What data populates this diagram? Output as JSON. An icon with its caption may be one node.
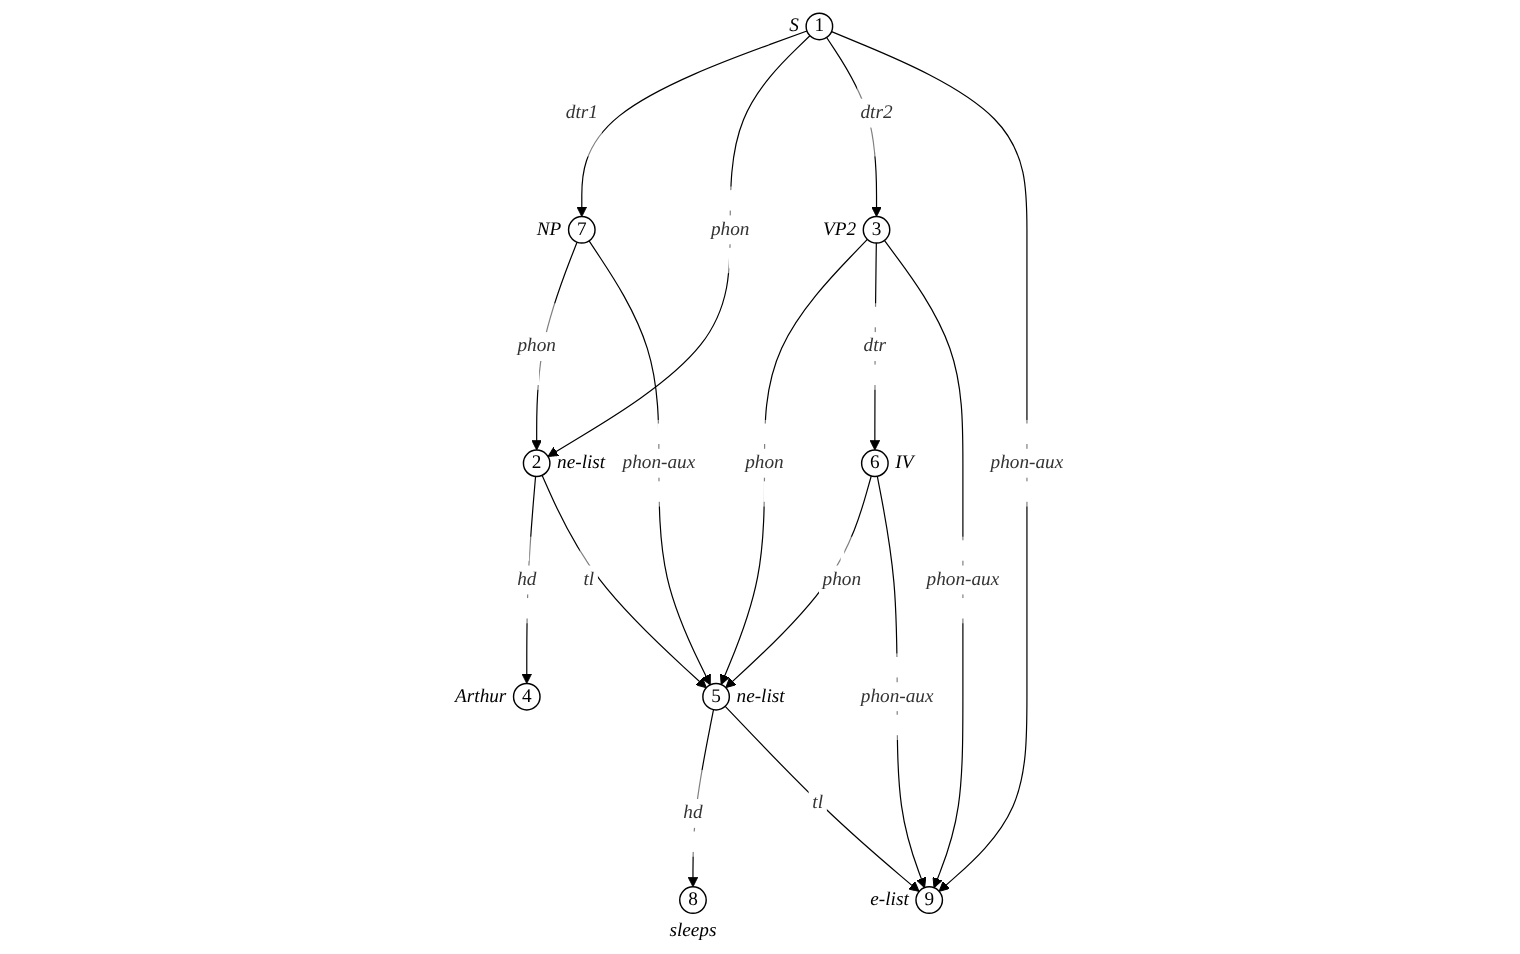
{
  "diagram": {
    "nodes": [
      {
        "text": [
          "1"
        ],
        "beside": [
          "S"
        ]
      },
      {
        "text": [
          "2"
        ],
        "beside": [
          "ne-list"
        ]
      },
      {
        "text": [
          "3"
        ],
        "beside": [
          "VP2"
        ]
      },
      {
        "text": [
          "4"
        ],
        "beside": [
          "Arthur"
        ]
      },
      {
        "text": [
          "5"
        ],
        "beside": [
          "ne-list"
        ]
      },
      {
        "text": [
          "6"
        ],
        "beside": [
          "IV"
        ]
      },
      {
        "text": [
          "7"
        ],
        "beside": [
          "NP"
        ]
      },
      {
        "text": [
          "8"
        ],
        "beside": [
          "sleeps"
        ]
      },
      {
        "text": [
          "9"
        ],
        "beside": [
          "e-list"
        ]
      }
    ],
    "edges": [
      {
        "from": 0,
        "to": 6,
        "arrow": "to",
        "label": "dtr1"
      },
      {
        "from": 0,
        "to": 1,
        "arrow": "to",
        "label": "phon"
      },
      {
        "from": 0,
        "to": 2,
        "arrow": "to",
        "label": "dtr2"
      },
      {
        "from": 0,
        "to": 8,
        "arrow": "to",
        "label": "phon-aux"
      },
      {
        "from": 6,
        "to": 1,
        "arrow": "to",
        "label": "phon"
      },
      {
        "from": 1,
        "to": 3,
        "arrow": "to",
        "label": "hd"
      },
      {
        "from": 1,
        "to": 4,
        "arrow": "to",
        "label": "tl"
      },
      {
        "from": 2,
        "to": 4,
        "arrow": "to",
        "label": "phon"
      },
      {
        "from": 2,
        "to": 5,
        "arrow": "to",
        "label": "dtr"
      },
      {
        "from": 2,
        "to": 8,
        "arrow": "to",
        "label": "phon-aux"
      },
      {
        "from": 5,
        "to": 4,
        "arrow": "to",
        "label": "phon"
      },
      {
        "from": 6,
        "to": 4,
        "arrow": "to",
        "label": "phon-aux"
      },
      {
        "from": 4,
        "to": 7,
        "arrow": "to",
        "label": "hd"
      },
      {
        "from": 4,
        "to": 8,
        "arrow": "to",
        "label": "tl"
      },
      {
        "from": 5,
        "to": 8,
        "arrow": "to",
        "label": "phon-aux"
      }
    ]
  }
}
